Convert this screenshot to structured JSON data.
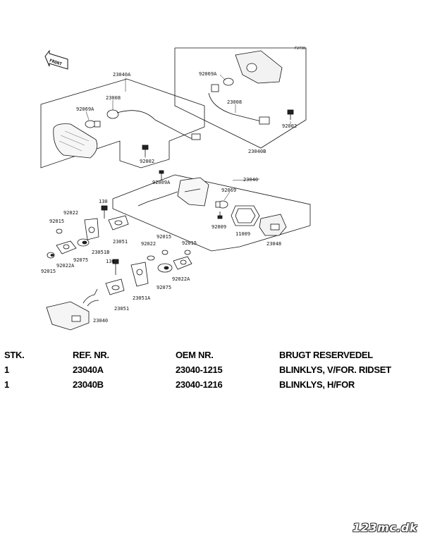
{
  "diagram": {
    "figure_code": "F2730",
    "front_label": "FRONT",
    "labels": {
      "a23040A": "23040A",
      "a23008_l": "23008",
      "a92069A_l": "92069A",
      "a92002_l": "92002",
      "a92069A_r": "92069A",
      "a23008_r": "23008",
      "a92002_r": "92002",
      "a23040B": "23040B",
      "a92009A": "92009A",
      "a23040": "23040",
      "a92069": "92069",
      "a92009": "92009",
      "a11009": "11009",
      "a23048": "23048",
      "a130_t": "130",
      "a92022_t": "92022",
      "a92015_t": "92015",
      "a23051B": "23051B",
      "a92075_t": "92075",
      "a92022A_t": "92022A",
      "a92015_b": "92015",
      "a23051_t": "23051",
      "a92015_m": "92015",
      "a92015_r": "92015",
      "a92022_m": "92022",
      "a130_m": "130",
      "a92075_m": "92075",
      "a92022A_m": "92022A",
      "a23051A": "23051A",
      "a23051_b": "23051",
      "a23040_b": "23040"
    }
  },
  "table": {
    "headers": [
      "STK.",
      "REF. NR.",
      "OEM NR.",
      "BRUGT RESERVEDEL"
    ],
    "rows": [
      [
        "1",
        "23040A",
        "23040-1215",
        "BLINKLYS, V/FOR. RIDSET"
      ],
      [
        "1",
        "23040B",
        "23040-1216",
        "BLINKLYS, H/FOR"
      ]
    ]
  },
  "watermark": "123mc.dk"
}
